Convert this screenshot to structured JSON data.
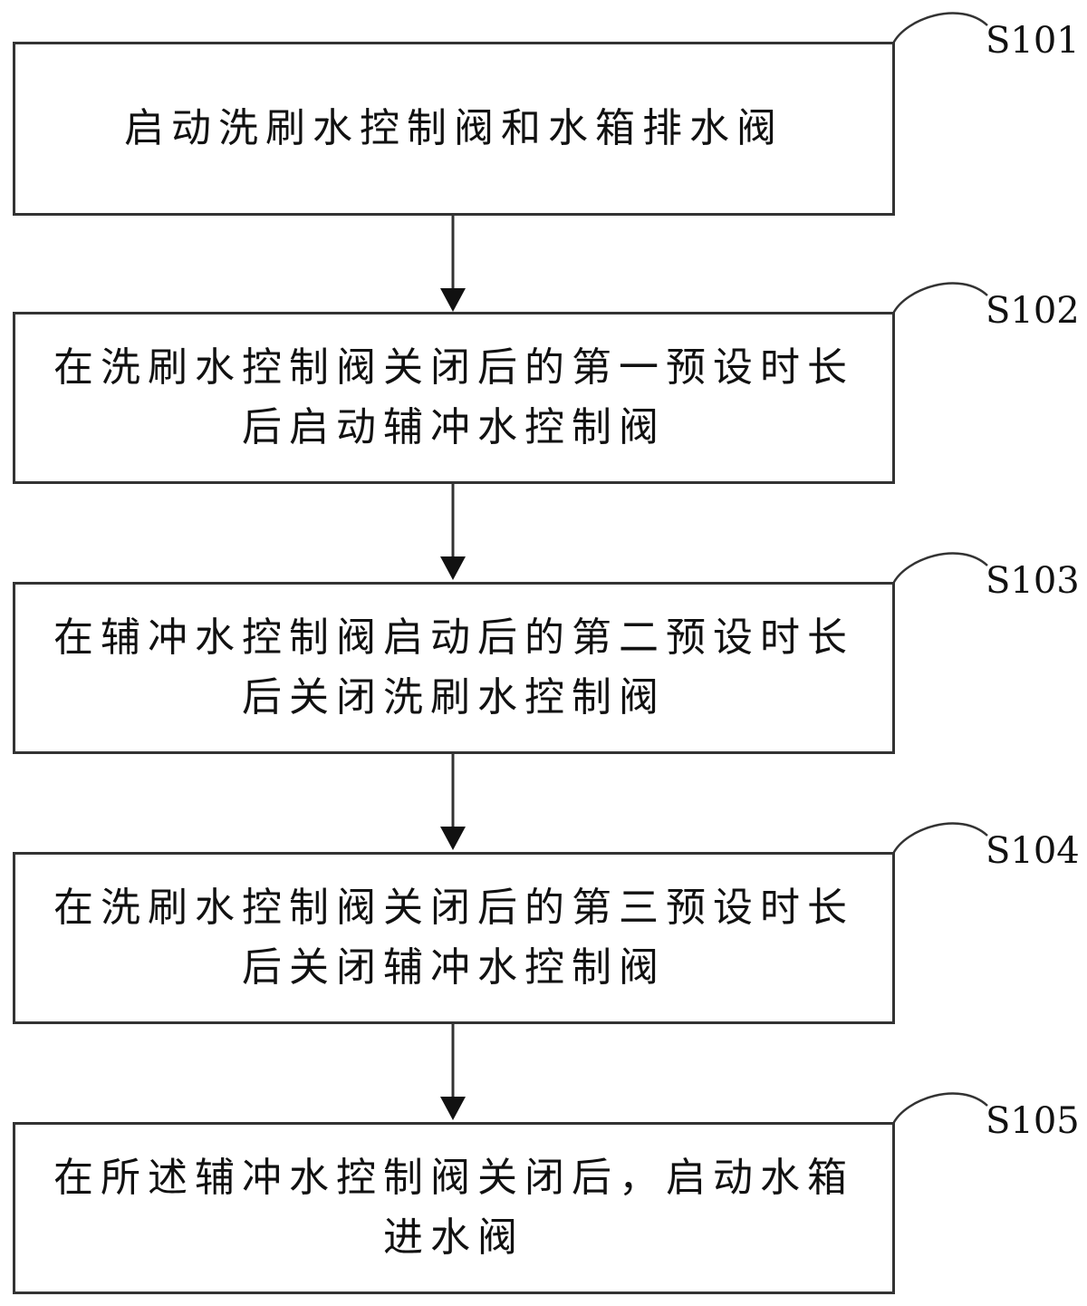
{
  "steps": [
    {
      "id": "S101",
      "text": "启动洗刷水控制阀和水箱排水阀"
    },
    {
      "id": "S102",
      "text": "在洗刷水控制阀关闭后的第一预设时长后启动辅冲水控制阀"
    },
    {
      "id": "S103",
      "text": "在辅冲水控制阀启动后的第二预设时长后关闭洗刷水控制阀"
    },
    {
      "id": "S104",
      "text": "在洗刷水控制阀关闭后的第三预设时长后关闭辅冲水控制阀"
    },
    {
      "id": "S105",
      "text": "在所述辅冲水控制阀关闭后，启动水箱进水阀"
    }
  ]
}
